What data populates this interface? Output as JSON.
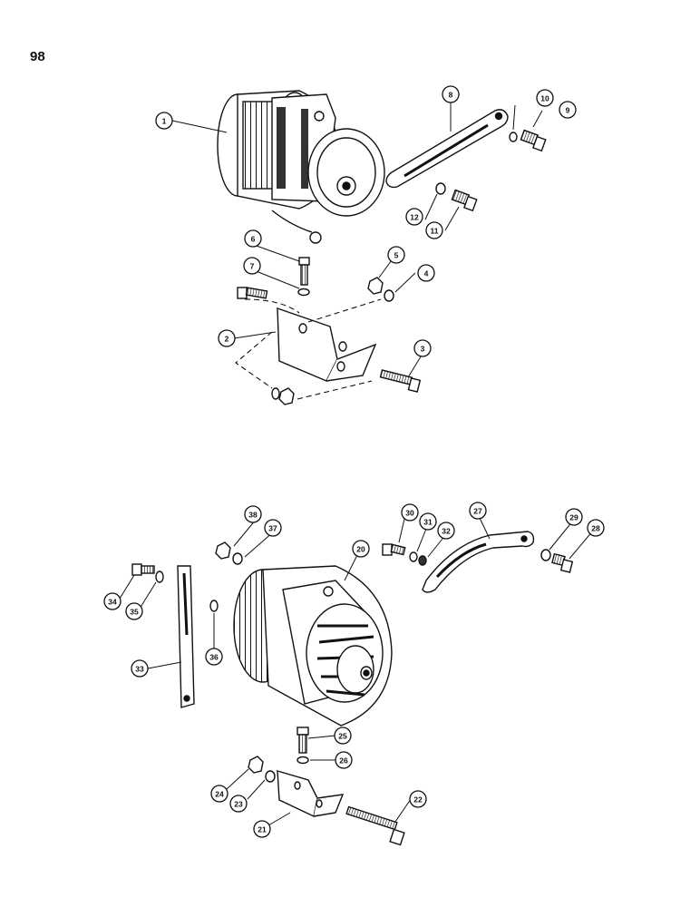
{
  "page_number": "98",
  "callouts": [
    "1",
    "2",
    "3",
    "4",
    "5",
    "6",
    "7",
    "8",
    "9",
    "10",
    "11",
    "12",
    "20",
    "21",
    "22",
    "23",
    "24",
    "25",
    "26",
    "27",
    "28",
    "29",
    "30",
    "31",
    "32",
    "33",
    "34",
    "35",
    "36",
    "37",
    "38"
  ]
}
